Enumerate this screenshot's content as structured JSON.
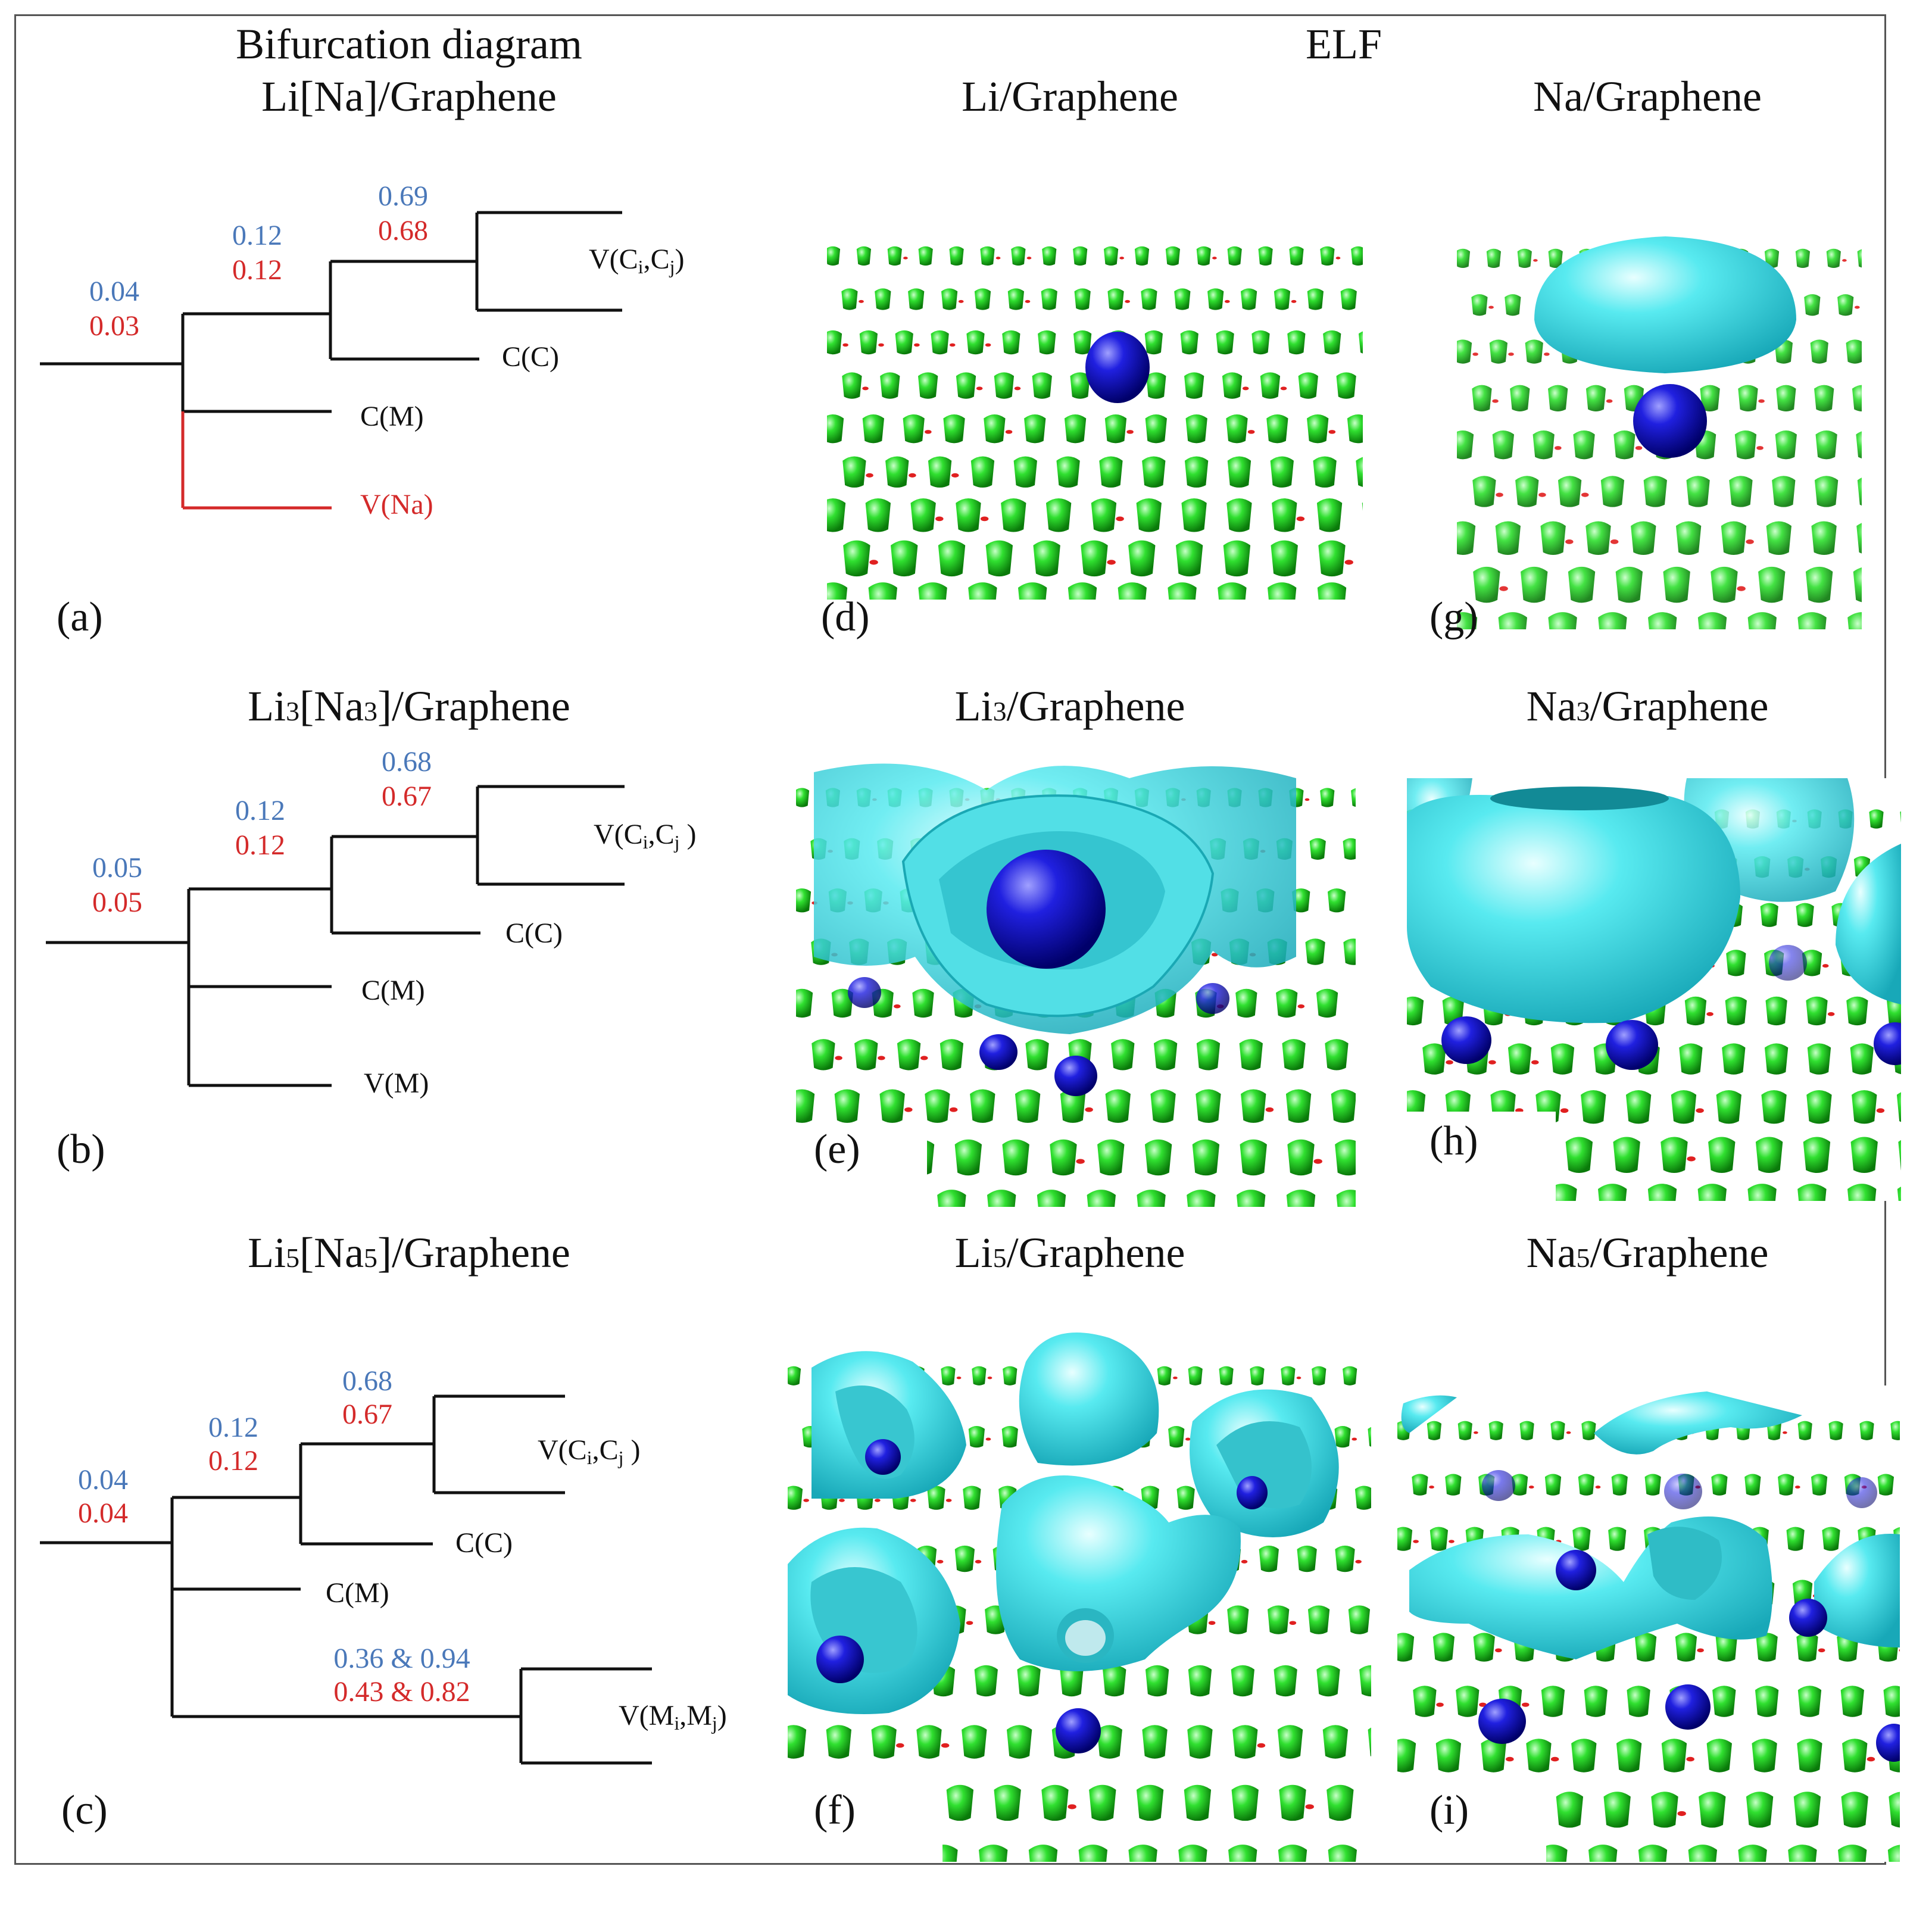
{
  "headers": {
    "bifurcation": "Bifurcation diagram",
    "elf": "ELF",
    "row1_left": "Li[Na]/Graphene",
    "row1_mid": "Li/Graphene",
    "row1_right": "Na/Graphene",
    "row2_left": "Li3[Na3]/Graphene",
    "row2_mid": "Li3/Graphene",
    "row2_right": "Na3/Graphene",
    "row3_left": "Li5[Na5]/Graphene",
    "row3_mid": "Li5/Graphene",
    "row3_right": "Na5/Graphene"
  },
  "panel_labels": [
    "(a)",
    "(b)",
    "(c)",
    "(d)",
    "(e)",
    "(f)",
    "(g)",
    "(h)",
    "(i)"
  ],
  "trees": {
    "a": {
      "root": {
        "blue": "0.04",
        "red": "0.03"
      },
      "mid": {
        "blue": "0.12",
        "red": "0.12"
      },
      "top": {
        "blue": "0.69",
        "red": "0.68"
      },
      "leaves": {
        "vcc": "V(Ci,Cj)",
        "cc": "C(C)",
        "cm": "C(M)",
        "v": "V(Na)"
      }
    },
    "b": {
      "root": {
        "blue": "0.05",
        "red": "0.05"
      },
      "mid": {
        "blue": "0.12",
        "red": "0.12"
      },
      "top": {
        "blue": "0.68",
        "red": "0.67"
      },
      "leaves": {
        "vcc": "V(Ci,Cj )",
        "cc": "C(C)",
        "cm": "C(M)",
        "v": "V(M)"
      }
    },
    "c": {
      "root": {
        "blue": "0.04",
        "red": "0.04"
      },
      "mid": {
        "blue": "0.12",
        "red": "0.12"
      },
      "top": {
        "blue": "0.68",
        "red": "0.67"
      },
      "vm": {
        "blue": "0.36 & 0.94",
        "red": "0.43 & 0.82"
      },
      "leaves": {
        "vcc": "V(Ci,Cj )",
        "cc": "C(C)",
        "cm": "C(M)",
        "vmm": "V(Mi,Mj)"
      }
    }
  },
  "colors": {
    "blue_values": "#4a78b9",
    "red_values": "#d42a2a",
    "carbon_elf": "#22d022",
    "metal_atom": "#1010c8",
    "metal_elf": "#40e0e8"
  }
}
